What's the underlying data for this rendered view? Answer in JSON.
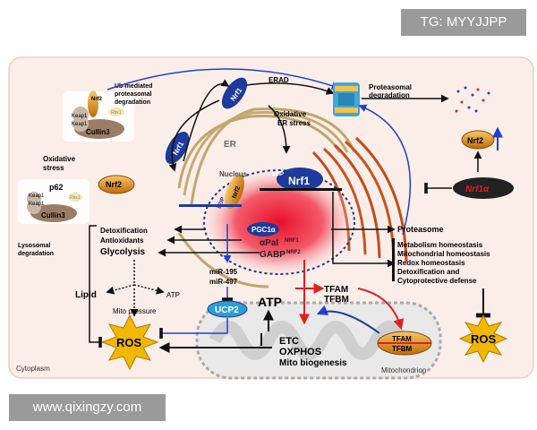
{
  "watermark": {
    "top": "TG: MYYJJPP",
    "bottom": "www.qixingzy.com"
  },
  "labels": {
    "ub_mediated": [
      "Ub-mediated",
      "proteasomal",
      "degradation"
    ],
    "erad": "ERAD",
    "proteasomal_degradation": [
      "Proteasomal",
      "degradation"
    ],
    "oxidative_er_stress": [
      "Oxidative",
      "ER stress"
    ],
    "er": "ER",
    "nucleus": "Nucleus",
    "oxidative_stress": [
      "Oxidative",
      "stress"
    ],
    "keap1": "Keap1",
    "cullin3": "Cullin3",
    "rbx1": "Rbx1",
    "p62": "p62",
    "lysosomal_degradation": [
      "Lysosomal",
      "degradation"
    ],
    "nrf1": "Nrf1",
    "nrf2": "Nrf2",
    "bzip": "bZIP",
    "pgc1a": "PGC1α",
    "apal_nrf1": [
      "αPal",
      "NRF1"
    ],
    "gabp_nrf2": [
      "GABP",
      "NRF2"
    ],
    "detoxification": "Detoxification",
    "antioxidants": "Antioxidants",
    "glycolysis": "Glycolysis",
    "mir195": "miR-195",
    "mir497": "miR-497",
    "lipid": "Lipid",
    "atp": "ATP",
    "mito_pressure": "Mito pressure",
    "ucp2": "UCP2",
    "ros": "ROS",
    "proteasome": "Proteasome",
    "functions": [
      "Metabolism homeostasis",
      "Mitochondrial homeostasis",
      "Redox homeostasis",
      "Detoxification and",
      "Cytoprotective defense"
    ],
    "nrf1a": "Nrf1α",
    "tfam": "TFAM",
    "tfbm": "TFBM",
    "etc": "ETC",
    "oxphos": "OXPHOS",
    "mito_biogenesis": "Mito biogenesis",
    "cytoplasm": "Cytoplasm",
    "mitochondrion": "Mitochondrion"
  },
  "colors": {
    "nrf1": "#1e3a9c",
    "nrf2": "#e0900c",
    "arrow_blue": "#2040d0",
    "arrow_red": "#e02020",
    "ucp2": "#2a9fd0",
    "ros_star": "#f2b800"
  }
}
